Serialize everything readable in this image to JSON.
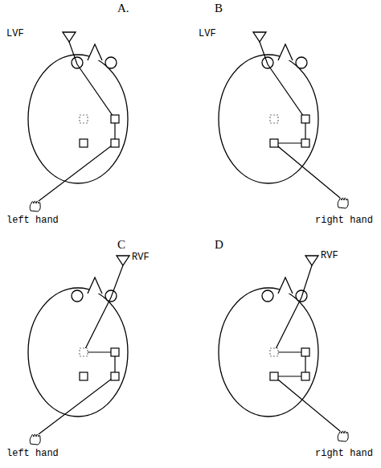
{
  "diagram": {
    "labels": [
      "A.",
      "LVF",
      "left hand",
      "B",
      "LVF",
      "right hand",
      "C",
      "RVF",
      "left hand",
      "D",
      "RVF",
      "right hand"
    ]
  }
}
